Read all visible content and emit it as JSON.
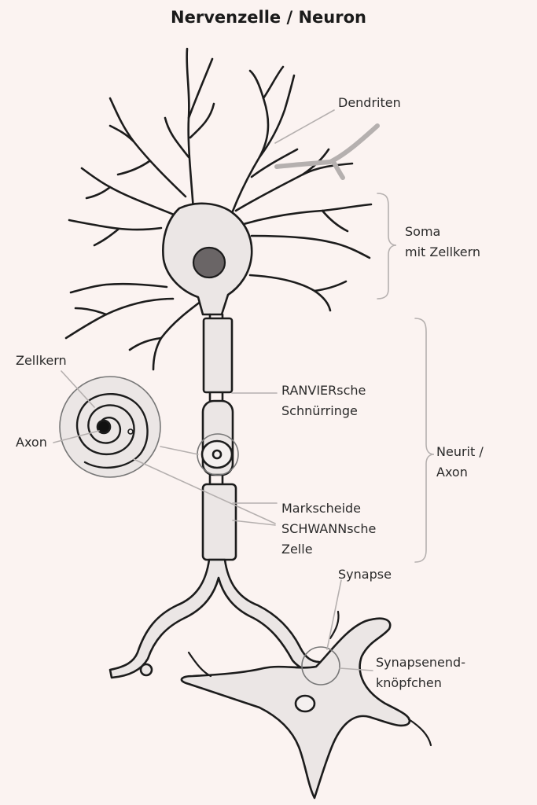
{
  "title": "Nervenzelle / Neuron",
  "labels": {
    "dendriten": "Dendriten",
    "soma": [
      "Soma",
      "mit Zellkern"
    ],
    "zellkern": "Zellkern",
    "axon_inset": "Axon",
    "ranvier": [
      "RANVIERsche",
      "Schnürringe"
    ],
    "neurit": [
      "Neurit /",
      "Axon"
    ],
    "markscheide": [
      "Markscheide",
      "SCHWANNsche",
      "Zelle"
    ],
    "synapse": "Synapse",
    "synapsenend": [
      "Synapsenend-",
      "knöpfchen"
    ]
  },
  "colors": {
    "background": "#fbf3f1",
    "cell_fill": "#ebe6e5",
    "outline": "#1c1c1c",
    "nucleus": "#6a6566",
    "guide": "#b5b0af"
  }
}
